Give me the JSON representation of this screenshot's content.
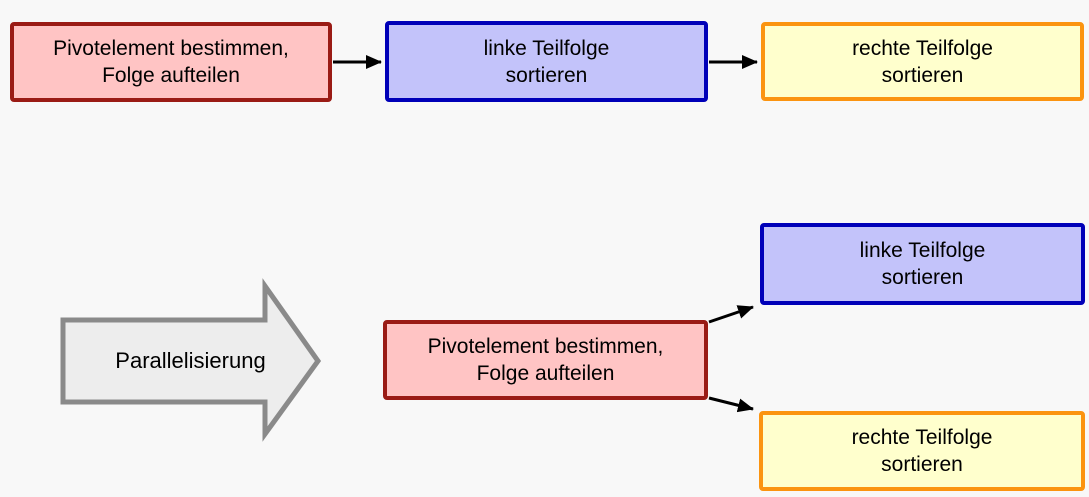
{
  "diagram": {
    "background": "#f8f8f8",
    "connector_color": "#000000",
    "sequential_flow": {
      "boxes": [
        {
          "id": "pivot",
          "label": "Pivotelement bestimmen,\nFolge aufteilen",
          "fill": "#ffc4c4",
          "border": "#9a1b15"
        },
        {
          "id": "linke",
          "label": "linke Teilfolge\nsortieren",
          "fill": "#c3c3fa",
          "border": "#0000b8"
        },
        {
          "id": "rechte",
          "label": "rechte Teilfolge\nsortieren",
          "fill": "#ffffcd",
          "border": "#fb9410"
        }
      ]
    },
    "transform_arrow": {
      "label": "Parallelisierung",
      "fill": "#ededed",
      "border": "#8a8a8a"
    },
    "parallel_flow": {
      "root": {
        "id": "pivot",
        "label": "Pivotelement bestimmen,\nFolge aufteilen",
        "fill": "#ffc4c4",
        "border": "#9a1b15"
      },
      "branches": [
        {
          "id": "linke",
          "label": "linke Teilfolge\nsortieren",
          "fill": "#c3c3fa",
          "border": "#0000b8"
        },
        {
          "id": "rechte",
          "label": "rechte Teilfolge\nsortieren",
          "fill": "#ffffcd",
          "border": "#fb9410"
        }
      ]
    }
  }
}
